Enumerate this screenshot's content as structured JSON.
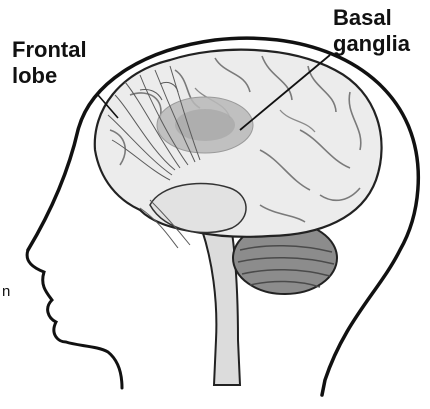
{
  "diagram": {
    "labels": {
      "frontal_lobe_line1": "Frontal",
      "frontal_lobe_line2": "lobe",
      "basal_ganglia_line1": "Basal",
      "basal_ganglia_line2": "ganglia",
      "cropped_left_text": "n"
    },
    "colors": {
      "outline": "#111111",
      "brain_fill": "#ececec",
      "brain_shadow": "#bdbdbd",
      "basal_ganglia": "#b8b8b8",
      "cerebellum": "#8c8c8c",
      "brainstem": "#dcdcdc",
      "nerve_fibers": "#5a5a5a"
    },
    "icons": [
      "head-silhouette",
      "brain",
      "basal-ganglia-region",
      "cerebellum",
      "brainstem",
      "nerve-fibers"
    ]
  }
}
